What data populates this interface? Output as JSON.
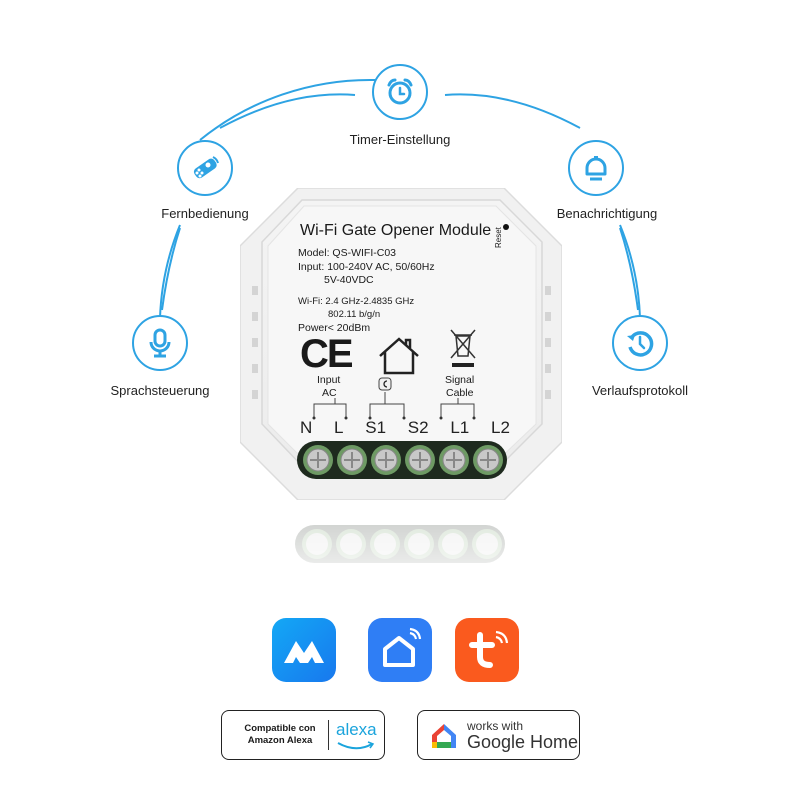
{
  "features": [
    {
      "id": "timer",
      "label": "Timer-Einstellung",
      "icon": "alarm-clock-icon"
    },
    {
      "id": "remote",
      "label": "Fernbedienung",
      "icon": "remote-control-icon"
    },
    {
      "id": "notification",
      "label": "Benachrichtigung",
      "icon": "bell-icon"
    },
    {
      "id": "voice",
      "label": "Sprachsteuerung",
      "icon": "microphone-icon"
    },
    {
      "id": "history",
      "label": "Verlaufsprotokoll",
      "icon": "history-clock-icon"
    }
  ],
  "device": {
    "title": "Wi-Fi Gate Opener Module",
    "model": "Model: QS-WIFI-C03",
    "input_line1": "Input: 100-240V AC, 50/60Hz",
    "input_line2": "5V-40VDC",
    "wifi_line1": "Wi-Fi: 2.4 GHz-2.4835 GHz",
    "wifi_line2": "802.11 b/g/n",
    "power": "Power< 20dBm",
    "reset_label": "Reset",
    "ce_mark": "CE",
    "input_ac_line1": "Input",
    "input_ac_line2": "AC",
    "signal_line1": "Signal",
    "signal_line2": "Cable",
    "terminals": [
      "N",
      "L",
      "S1",
      "S2",
      "L1",
      "L2"
    ]
  },
  "apps": [
    {
      "name": "M app",
      "icon": "m-app-icon",
      "color": "#1e8ef0"
    },
    {
      "name": "Smart Life",
      "icon": "smart-life-icon",
      "color": "#2f7ef5"
    },
    {
      "name": "Tuya",
      "icon": "tuya-icon",
      "color": "#fa5a1e"
    }
  ],
  "badges": {
    "alexa": {
      "line1": "Compatible con",
      "line2": "Amazon Alexa",
      "brand": "alexa"
    },
    "google": {
      "line1": "works with",
      "line2": "Google Home"
    }
  },
  "colors": {
    "accent": "#2ea3e3",
    "terminal_green": "#6e9a64"
  }
}
